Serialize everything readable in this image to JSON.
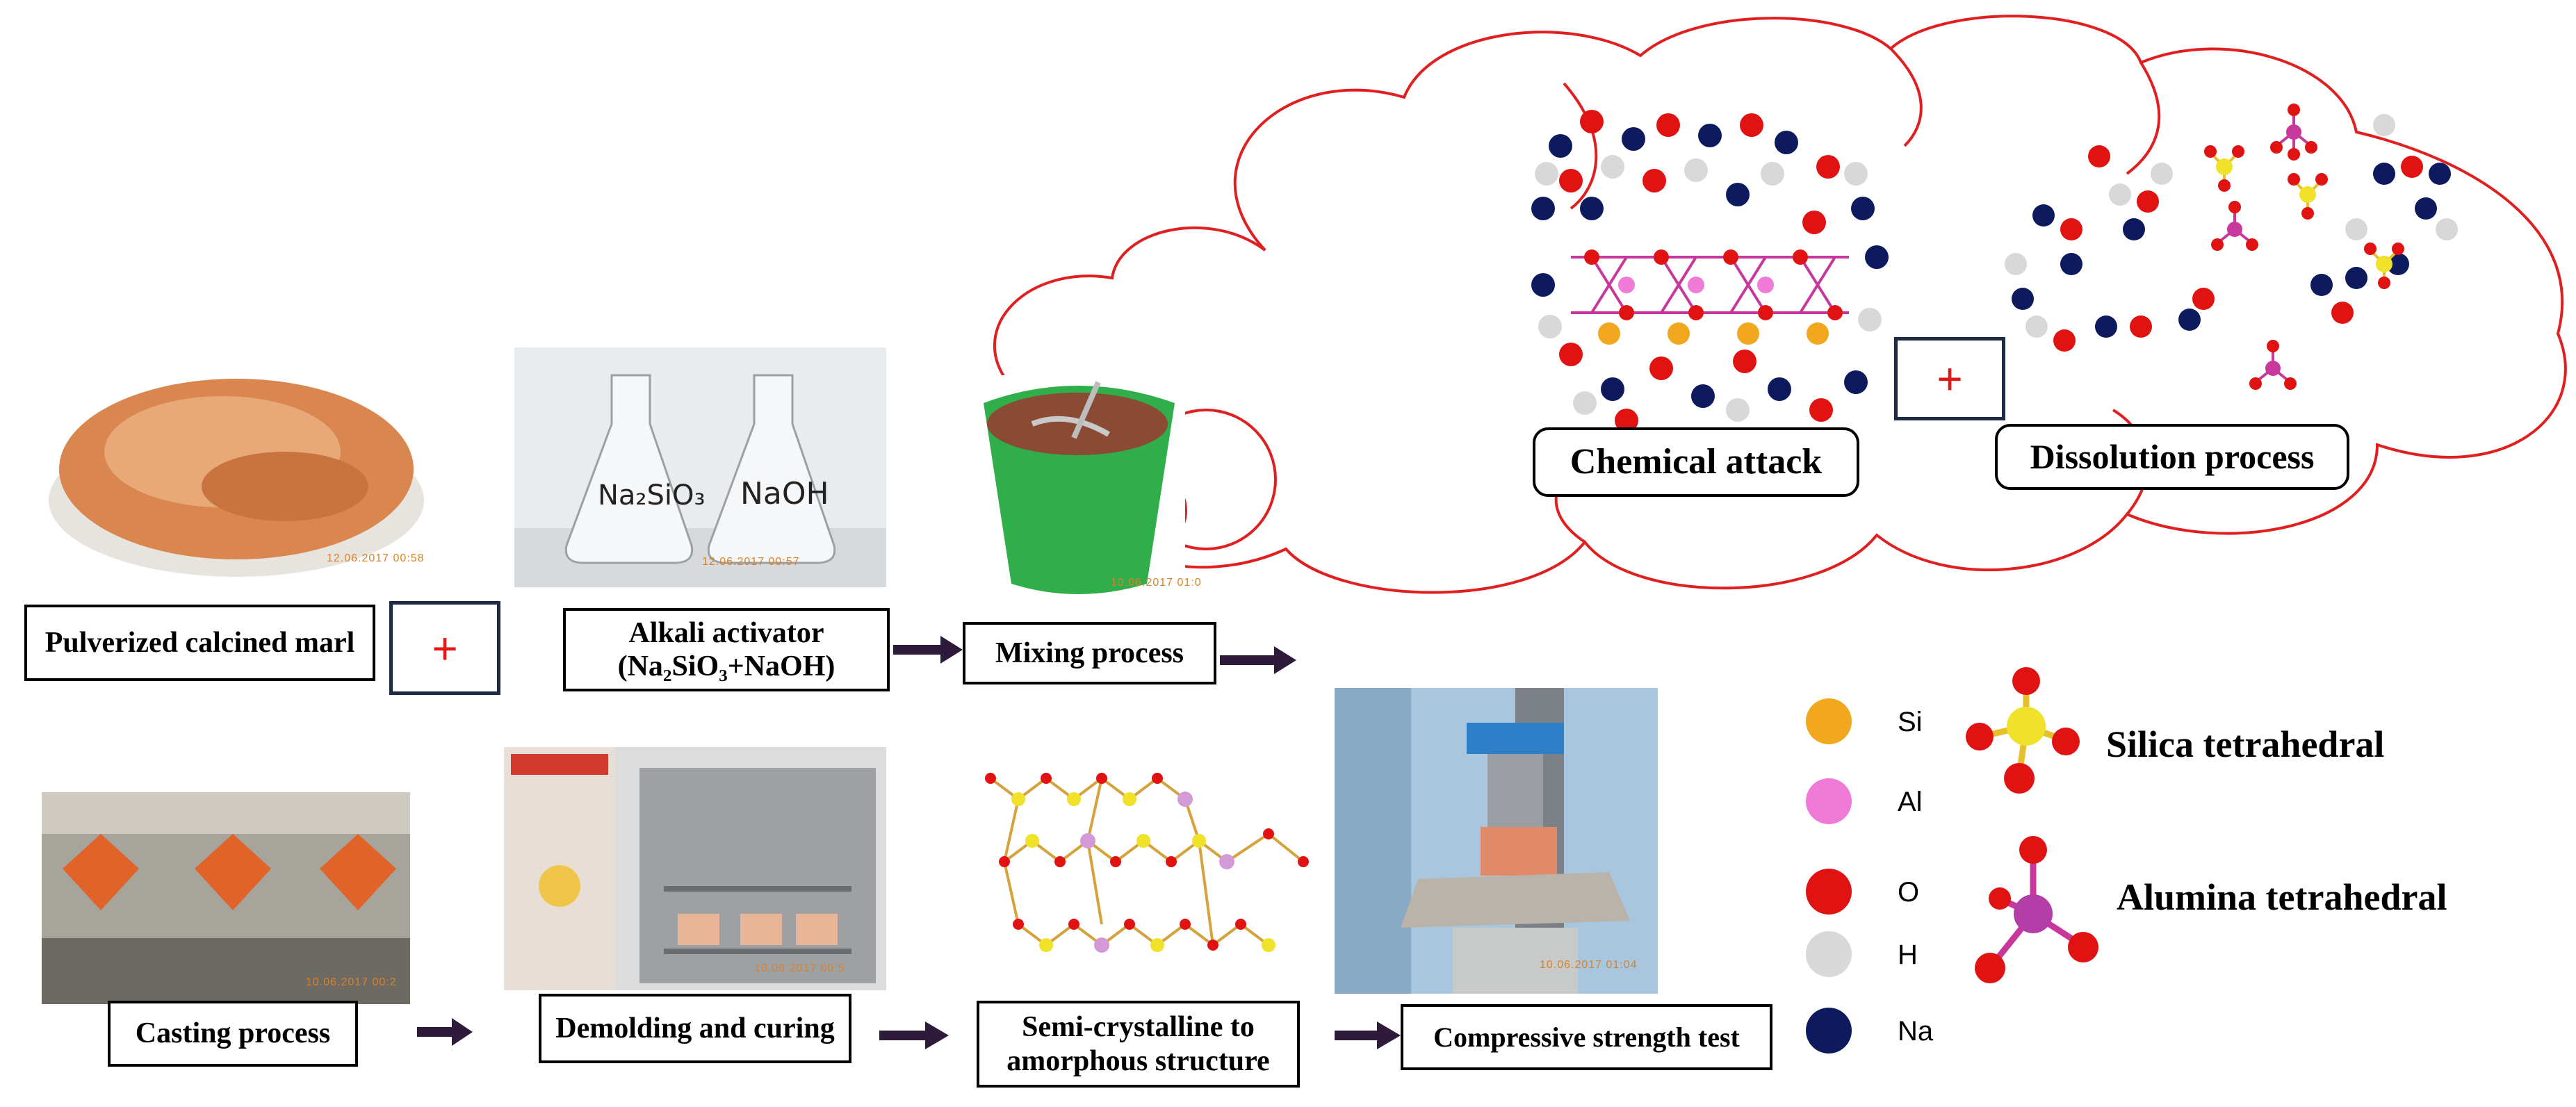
{
  "steps": {
    "pulverized": "Pulverized calcined marl",
    "alkali_line1": "Alkali activator",
    "alkali_line2": "(Na₂SiO₃+NaOH)",
    "mixing": "Mixing process",
    "casting": "Casting process",
    "demolding": "Demolding and curing",
    "semi_line1": "Semi-crystalline to",
    "semi_line2": "amorphous structure",
    "compressive": "Compressive strength test"
  },
  "plus_sign": "+",
  "bubble": {
    "chemical_attack": "Chemical attack",
    "dissolution": "Dissolution process"
  },
  "flask_labels": {
    "left": "Na₂SiO₃",
    "right": "NaOH"
  },
  "stamps": {
    "powder": "12.06.2017 00:58",
    "flasks": "12.06.2017 00:57",
    "mixing": "10.06.2017 01:0",
    "casting": "10.06.2017 00:2",
    "oven": "10.06.2017 00:5",
    "press": "10.06.2017 01:04"
  },
  "legend": [
    {
      "symbol": "Si",
      "color": "#f2a81e"
    },
    {
      "symbol": "Al",
      "color": "#f07ad8"
    },
    {
      "symbol": "O",
      "color": "#e01212"
    },
    {
      "symbol": "H",
      "color": "#d8d8d8"
    },
    {
      "symbol": "Na",
      "color": "#0d1b5e"
    }
  ],
  "tetrahedra": {
    "silica": "Silica tetrahedral",
    "alumina": "Alumina tetrahedral"
  },
  "colors": {
    "cloud_outline": "#e02020",
    "arrow": "#2e1a3a",
    "plus": "#e01818"
  }
}
